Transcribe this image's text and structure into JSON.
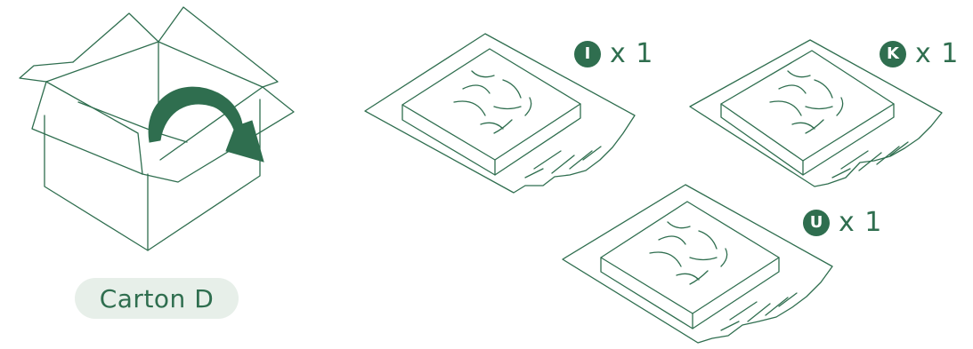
{
  "carton": {
    "label": "Carton D"
  },
  "items": [
    {
      "letter": "I",
      "quantity": "x 1"
    },
    {
      "letter": "K",
      "quantity": "x 1"
    },
    {
      "letter": "U",
      "quantity": "x 1"
    }
  ],
  "colors": {
    "accent": "#2f6e4f",
    "pill_background": "#e7efe9",
    "background": "#ffffff"
  },
  "icons": [
    "open-box-icon",
    "curved-arrow-icon",
    "packaged-panel-icon"
  ]
}
